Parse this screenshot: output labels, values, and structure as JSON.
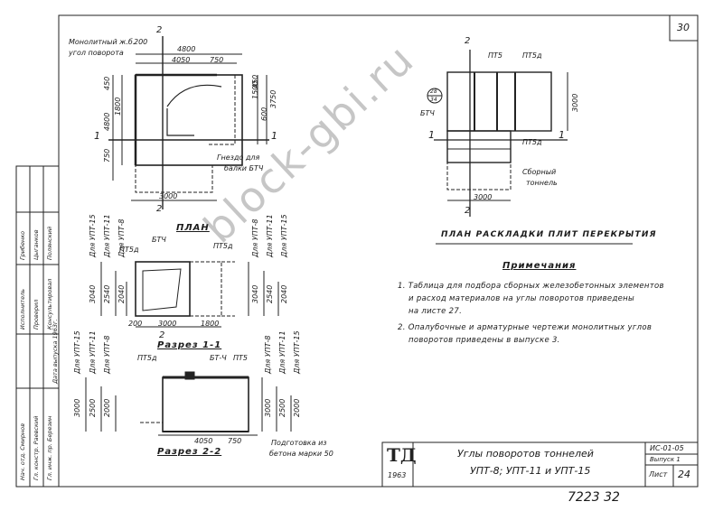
{
  "sheet": {
    "page_number": "30",
    "bottom_number": "7223  32"
  },
  "drawing": {
    "top_left": {
      "label_monolith": "Монолитный ж.б.",
      "label_corner": "угол поворота",
      "dim_top_total": "4800",
      "dim_top_a": "4050",
      "dim_top_b": "750",
      "dim_top_c": "200",
      "dim_bottom": "3000",
      "dim_left_1": "4800",
      "dim_left_2": "1800",
      "dim_left_3": "450",
      "dim_left_4": "750",
      "dim_right_a": "1500",
      "dim_right_b": "3750",
      "dim_right_c": "450",
      "dim_right_d": "600",
      "section_top": "2",
      "section_bottom": "2",
      "section_left": "1",
      "section_right": "1",
      "label_nest": "Гнездо для",
      "label_beam": "балки БТЧ"
    },
    "top_right": {
      "label_pt5": "ПТ5",
      "label_pt5d_top": "ПТ5д",
      "label_bt4": "БТЧ",
      "label_pt5d_bottom": "ПТ5д",
      "label_prefab": "Сборный",
      "label_tunnel": "тоннель",
      "dim_bottom": "3000",
      "dim_right": "3000",
      "circle_top": "28",
      "circle_bottom": "34",
      "section_top": "2",
      "section_bottom": "2",
      "section_left": "1",
      "section_right": "1"
    },
    "plan": {
      "title": "ПЛАН",
      "label_bt4": "БТЧ",
      "label_pt5d_left": "ПТ5д",
      "label_pt5d_right": "ПТ5д",
      "dim_a": "200",
      "dim_b": "3000",
      "dim_c": "1800",
      "dim_left_1": "3040",
      "dim_left_2": "2540",
      "dim_left_3": "2040",
      "dim_right_1": "3040",
      "dim_right_2": "2540",
      "dim_right_3": "2040",
      "col_left_1": "Для УПТ-15",
      "col_left_2": "Для УПТ-11",
      "col_left_3": "Для УПТ-8",
      "col_right_1": "Для УПТ-8",
      "col_right_2": "Для УПТ-11",
      "col_right_3": "Для УПТ-15",
      "section_label": "2"
    },
    "section1": {
      "title": "Разрез 1-1",
      "label_pt5d": "ПТ5д",
      "label_bt4": "БТ-Ч",
      "label_pt5": "ПТ5",
      "dim_a": "4050",
      "dim_b": "750",
      "dim_left_1": "3000",
      "dim_left_2": "2500",
      "dim_left_3": "2000",
      "dim_right_1": "3000",
      "dim_right_2": "2500",
      "dim_right_3": "2000",
      "col_left_1": "Для УПТ-15",
      "col_left_2": "Для УПТ-11",
      "col_left_3": "Для УПТ-8",
      "col_right_1": "Для УПТ-8",
      "col_right_2": "Для УПТ-11",
      "col_right_3": "Для УПТ-15"
    },
    "section2": {
      "title": "Разрез 2-2",
      "label_prep": "Подготовка из",
      "label_concrete": "бетона марки 50"
    },
    "layout_title": "План раскладки плит перекрытия"
  },
  "notes": {
    "title": "Примечания",
    "line1": "1. Таблица для подбора сборных железобетонных элементов",
    "line2": "и расход материалов на углы поворотов приведены",
    "line3": "на листе 27.",
    "line4": "2. Опалубочные и арматурные чертежи монолитных углов",
    "line5": "поворотов приведены в выпуске 3."
  },
  "stamp": {
    "logo": "ТД",
    "year": "1963",
    "title_line1": "Углы поворотов тоннелей",
    "title_line2": "УПТ-8; УПТ-11 и УПТ-15",
    "code": "ИС-01-05",
    "issue": "Выпуск 1",
    "sheet_label": "Лист",
    "sheet_no": "24"
  },
  "side_stamp": {
    "row1": "Нач. отд. Смирнов",
    "row2": "Гл. констр. Раевский",
    "row3": "Гл. инж. пр. Березин",
    "row4": "Дата выпуска 1963г.",
    "col_a": "Исполнитель",
    "col_b": "Грибенко",
    "col_c": "Проверил",
    "col_d": "Цыганков",
    "col_e": "Консультировал",
    "col_f": "Полянский"
  },
  "watermark": {
    "text": "block-gbi.ru"
  }
}
